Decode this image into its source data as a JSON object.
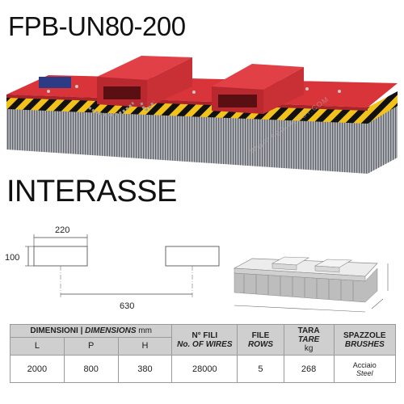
{
  "product": {
    "code": "FPB-UN80-200",
    "section_title": "INTERASSE",
    "watermark": "WWW.FER-PLAST.COM"
  },
  "diagram": {
    "width_label": "220",
    "height_label": "100",
    "distance_label": "630"
  },
  "specs": {
    "header": {
      "dimensions_it": "DIMENSIONI",
      "dimensions_en": "DIMENSIONS",
      "dimensions_unit": "mm",
      "wires_it": "N° FILI",
      "wires_en": "No. OF WIRES",
      "rows_it": "FILE",
      "rows_en": "ROWS",
      "tare_it": "TARA",
      "tare_en": "TARE",
      "tare_unit": "kg",
      "brushes_it": "SPAZZOLE",
      "brushes_en": "BRUSHES",
      "col_l": "L",
      "col_p": "P",
      "col_h": "H"
    },
    "row": {
      "l": "2000",
      "p": "800",
      "h": "380",
      "wires": "28000",
      "rows": "5",
      "tare": "268",
      "brush_it": "Acciaio",
      "brush_en": "Steel"
    }
  },
  "colors": {
    "frame_red": "#d8343a",
    "hazard_yellow": "#f2c21a",
    "bristle_grey": "#8a8d93"
  }
}
